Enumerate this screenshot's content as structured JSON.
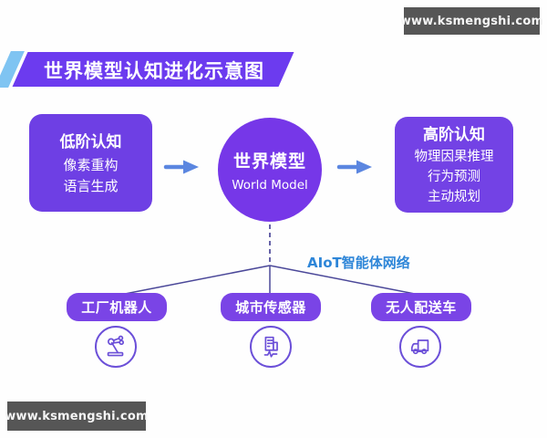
{
  "watermark": {
    "top_text": "www.ksmengshi.com",
    "bottom_text": "www.ksmengshi.com"
  },
  "header": {
    "title": "世界模型认知进化示意图"
  },
  "diagram": {
    "left_box": {
      "heading": "低阶认知",
      "lines": [
        "像素重构",
        "语言生成"
      ]
    },
    "center_node": {
      "heading": "世界模型",
      "subheading": "World Model"
    },
    "right_box": {
      "heading": "高阶认知",
      "lines": [
        "物理因果推理",
        "行为预测",
        "主动规划"
      ]
    },
    "network_label": "AIoT智能体网络",
    "nodes": [
      {
        "label": "工厂机器人",
        "icon": "robot-arm-icon"
      },
      {
        "label": "城市传感器",
        "icon": "city-sensor-icon"
      },
      {
        "label": "无人配送车",
        "icon": "delivery-truck-icon"
      }
    ]
  },
  "colors": {
    "box_purple": "#6e3fe4",
    "circle_purple": "#7637e8",
    "button_purple": "#7a44e6",
    "banner_purple": "#6c3bef",
    "banner_stripe_blue": "#7fc4f2",
    "arrow_blue": "#5b86e0",
    "network_label_blue": "#2e86d8",
    "connector_indigo": "#4b4899",
    "icon_stroke": "#6b4fd8",
    "watermark_bg": "#565656"
  }
}
